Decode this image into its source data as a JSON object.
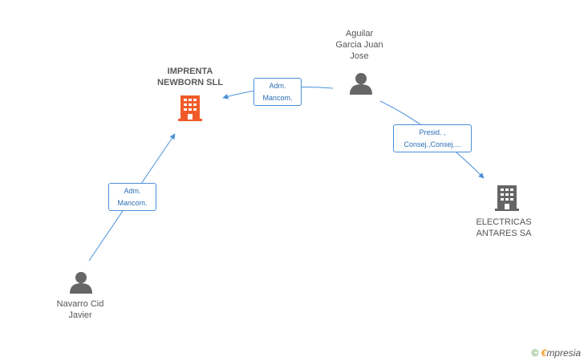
{
  "nodes": {
    "imprenta": {
      "label": "IMPRENTA\nNEWBORN SLL",
      "type": "company",
      "color": "#f05a28",
      "icon": "building-icon"
    },
    "aguilar": {
      "label": "Aguilar\nGarcia Juan\nJose",
      "type": "person",
      "color": "#666666",
      "icon": "person-icon"
    },
    "electricas": {
      "label": "ELECTRICAS\nANTARES SA",
      "type": "company",
      "color": "#666666",
      "icon": "building-icon"
    },
    "navarro": {
      "label": "Navarro Cid\nJavier",
      "type": "person",
      "color": "#666666",
      "icon": "person-icon"
    }
  },
  "edges": [
    {
      "from": "aguilar",
      "to": "imprenta",
      "label": "Adm.\nMancom."
    },
    {
      "from": "aguilar",
      "to": "electricas",
      "label": "Presid. ,\nConsej.,Consej...."
    },
    {
      "from": "navarro",
      "to": "imprenta",
      "label": "Adm.\nMancom."
    }
  ],
  "colors": {
    "edge": "#4a90d9",
    "edge_text": "#2a6fb5"
  },
  "watermark": {
    "copyright": "©",
    "brand_initial": "€",
    "brand_rest": "mpresia"
  }
}
